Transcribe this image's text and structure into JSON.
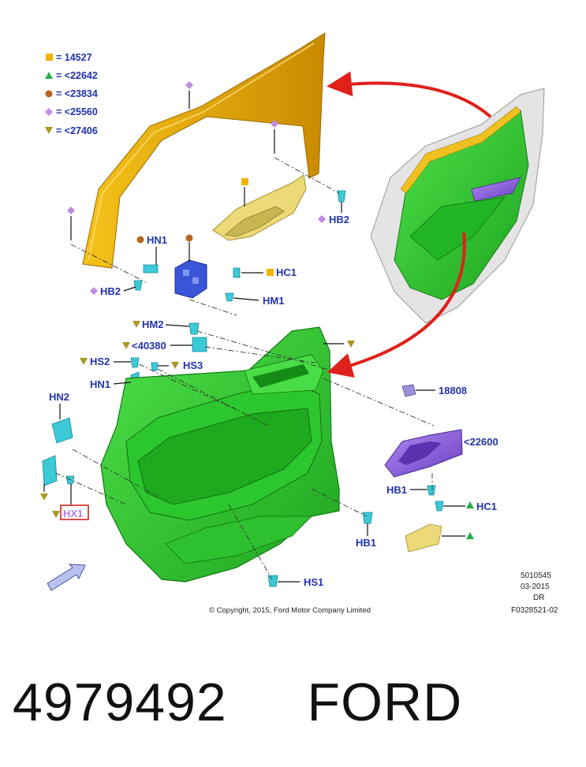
{
  "legend": [
    {
      "symbol": "square",
      "color": "#f2b300",
      "text": "= 14527"
    },
    {
      "symbol": "triangle",
      "color": "#22b14c",
      "text": "= <22642"
    },
    {
      "symbol": "circle",
      "color": "#b5651d",
      "text": "= <23834"
    },
    {
      "symbol": "diamond",
      "color": "#c08ce0",
      "text": "= <25560"
    },
    {
      "symbol": "triangle-down",
      "color": "#a89820",
      "text": "= <27406"
    }
  ],
  "labels": {
    "hb2_right": "HB2",
    "hn1_top": "HN1",
    "hc1_top": "HC1",
    "hb2_left": "HB2",
    "hm1": "HM1",
    "hm2": "HM2",
    "p40380": "<40380",
    "hs2": "HS2",
    "hs3": "HS3",
    "hn1_mid": "HN1",
    "hn2": "HN2",
    "hx1": "HX1",
    "p18808": "18808",
    "p22600": "<22600",
    "hb1_right": "HB1",
    "hc1_bottom": "HC1",
    "hb1_bottom": "HB1",
    "hs1": "HS1"
  },
  "meta": {
    "code1": "5010545",
    "date": "03-2015",
    "dr": "DR",
    "fig": "F0328521-02",
    "copyright": "© Copyright, 2015, Ford Motor Company Limited"
  },
  "footer": {
    "part_number": "4979492",
    "brand": "FORD"
  },
  "colors": {
    "label": "#2233aa",
    "panel": "#27c42a",
    "frame": "#e8a800",
    "trim": "#e8d36a",
    "handle_purple": "#8a5bd6",
    "bracket_blue": "#3b55d9",
    "clip_cyan": "#3cc9d8",
    "arrow_red": "#e0201a"
  }
}
